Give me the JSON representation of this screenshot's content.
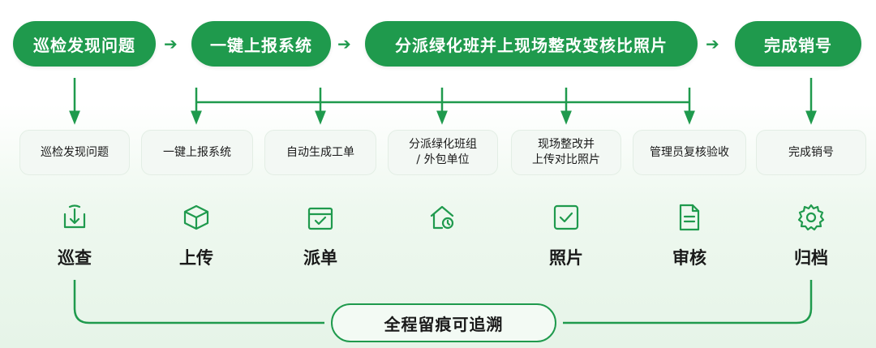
{
  "flow": {
    "steps": [
      {
        "label": "巡检发现问题"
      },
      {
        "label": "一键上报系统"
      },
      {
        "label": "分派绿化班并上现场整改变核比照片"
      },
      {
        "label": "完成销号"
      }
    ],
    "arrow_glyph": "➔"
  },
  "cards": [
    {
      "line1": "巡检发现问题",
      "line2": ""
    },
    {
      "line1": "一键上报系统",
      "line2": ""
    },
    {
      "line1": "自动生成工单",
      "line2": ""
    },
    {
      "line1": "分派绿化班组",
      "line2": "/ 外包单位"
    },
    {
      "line1": "现场整改并",
      "line2": "上传对比照片"
    },
    {
      "line1": "管理员复核验收",
      "line2": ""
    },
    {
      "line1": "完成销号",
      "line2": ""
    }
  ],
  "modules": [
    {
      "label": "巡查",
      "icon": "download-tray-icon"
    },
    {
      "label": "上传",
      "icon": "cube-box-icon"
    },
    {
      "label": "派单",
      "icon": "calendar-check-icon"
    },
    {
      "label": "",
      "icon": "home-clock-icon"
    },
    {
      "label": "照片",
      "icon": "checkbox-icon"
    },
    {
      "label": "审核",
      "icon": "document-icon"
    },
    {
      "label": "归档",
      "icon": "gear-icon"
    }
  ],
  "footer": {
    "label": "全程留痕可追溯"
  },
  "colors": {
    "accent": "#1f9a4d",
    "card_bg": "#f3f8f4",
    "text": "#1a1a1a"
  }
}
